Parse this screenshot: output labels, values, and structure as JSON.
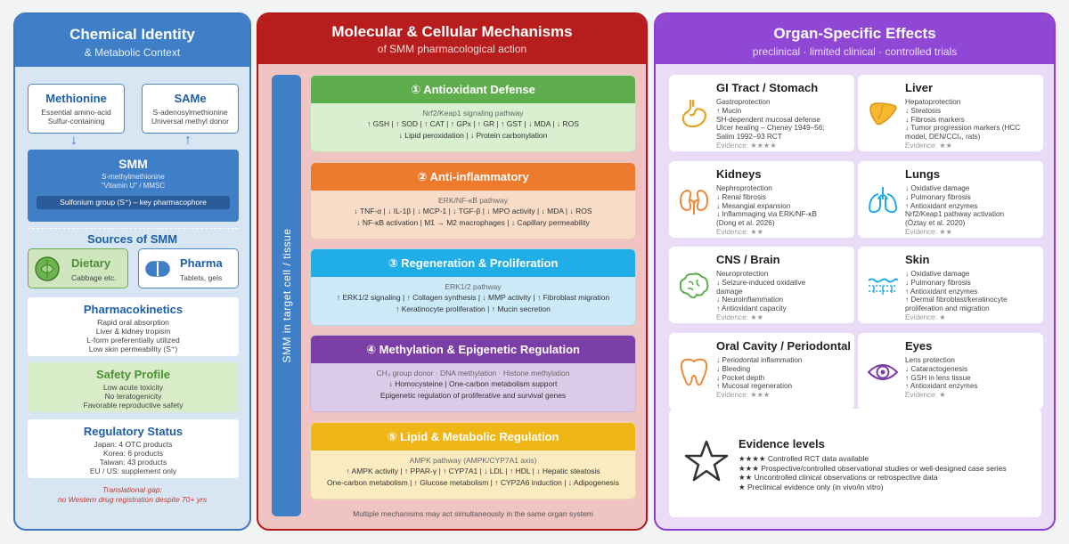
{
  "left": {
    "title": "Chemical Identity",
    "subtitle": "& Metabolic Context",
    "methionine": {
      "title": "Methionine",
      "lines": [
        "Essential amino-acid",
        "Sulfur-containing"
      ]
    },
    "same": {
      "title": "SAMe",
      "lines": [
        "S-adenosylmethionine",
        "Universal methyl donor"
      ]
    },
    "smm": {
      "title": "SMM",
      "lines": [
        "S-methylmethionine",
        "\"Vitamin U\" / MMSC"
      ],
      "bar": "Sulfonium group (S⁺) – key pharmacophore"
    },
    "sources": {
      "title": "Sources of SMM",
      "dietary": {
        "title": "Dietary",
        "sub": "Cabbage etc."
      },
      "pharma": {
        "title": "Pharma",
        "sub": "Tablets, gels"
      }
    },
    "pk": {
      "title": "Pharmacokinetics",
      "lines": [
        "Rapid oral absorption",
        "Liver & kidney tropism",
        "L-form preferentially utilized",
        "Low skin permeability (S⁺)"
      ]
    },
    "safety": {
      "title": "Safety Profile",
      "lines": [
        "Low acute toxicity",
        "No teratogenicity",
        "Favorable reproductive safety"
      ]
    },
    "regulatory": {
      "title": "Regulatory Status",
      "lines": [
        "Japan: 4 OTC products",
        "Korea: 6 products",
        "Taiwan: 43 products",
        "EU / US: supplement only"
      ]
    },
    "note": [
      "Translational gap:",
      "no Western drug registration despite 70+ yrs"
    ]
  },
  "mid": {
    "title": "Molecular & Cellular Mechanisms",
    "subtitle": "of SMM pharmacological action",
    "vertical": "SMM in target cell / tissue",
    "mechanisms": [
      {
        "title": "① Antioxidant Defense",
        "pathway": "Nrf2/Keap1 signaling pathway",
        "lines": [
          "↑ GSH | ↑ SOD | ↑ CAT | ↑ GPx | ↑ GR | ↑ GST | ↓ MDA | ↓ ROS",
          "↓ Lipid peroxidation | ↓ Protein carbonylation"
        ],
        "header_color": "#5fae4e",
        "body_color": "#d9efcf"
      },
      {
        "title": "② Anti-inflammatory",
        "pathway": "ERK/NF-κB pathway",
        "lines": [
          "↓ TNF-α | ↓ IL-1β | ↓ MCP-1 | ↓ TGF-β | ↓ MPO activity | ↓ MDA | ↓ ROS",
          "↓ NF-κB activation | M1 → M2 macrophages | ↓ Capillary permeability"
        ],
        "header_color": "#ee7a2e",
        "body_color": "#f9dcc7"
      },
      {
        "title": "③ Regeneration & Proliferation",
        "pathway": "ERK1/2 pathway",
        "lines": [
          "↑ ERK1/2 signaling | ↑ Collagen synthesis | ↓ MMP activity | ↑ Fibroblast migration",
          "↑ Keratinocyte proliferation | ↑ Mucin secretion"
        ],
        "header_color": "#21aee6",
        "body_color": "#cbe9f7"
      },
      {
        "title": "④ Methylation & Epigenetic Regulation",
        "pathway": "CH₃ group donor · DNA methylation · Histone methylation",
        "lines": [
          "↓ Homocysteine | One-carbon metabolism support",
          "Epigenetic regulation of proliferative and survival genes"
        ],
        "header_color": "#7b3ea6",
        "body_color": "#dccbe8"
      },
      {
        "title": "⑤ Lipid & Metabolic Regulation",
        "pathway": "AMPK pathway (AMPK/CYP7A1 axis)",
        "lines": [
          "↑ AMPK activity | ↑ PPAR-γ | ↑ CYP7A1 | ↓ LDL | ↑ HDL | ↓ Hepatic steatosis",
          "One-carbon metabolism | ↑ Glucose metabolism | ↑ CYP2A6 induction | ↓ Adipogenesis"
        ],
        "header_color": "#f0b615",
        "body_color": "#faebc0"
      }
    ],
    "footer": "Multiple mechanisms may act simultaneously in the same organ system"
  },
  "right": {
    "title": "Organ-Specific Effects",
    "subtitle": "preclinical · limited clinical · controlled trials",
    "organs": [
      {
        "title": "GI Tract / Stomach",
        "icon": "stomach-icon",
        "lines": [
          "Gastroprotection",
          "↑ Mucin",
          "SH-dependent mucosal defense",
          "Ulcer healing – Cheney 1949–56;",
          "Salim 1992–93 RCT"
        ],
        "evidence": "Evidence: ★★★★"
      },
      {
        "title": "Liver",
        "icon": "liver-icon",
        "lines": [
          "Hepatoprotection",
          "↓ Steatosis",
          "↓ Fibrosis markers",
          "↓ Tumor progression markers (HCC",
          "model, DEN/CCl₄, rats)"
        ],
        "evidence": "Evidence: ★★"
      },
      {
        "title": "Kidneys",
        "icon": "kidney-icon",
        "lines": [
          "Nephroprotection",
          "↓ Renal fibrosis",
          "↓ Mesangial expansion",
          "↓ Inflammaging via ERK/NF-κB",
          "(Dong et al. 2026)"
        ],
        "evidence": "Evidence: ★★"
      },
      {
        "title": "Lungs",
        "icon": "lungs-icon",
        "lines": [
          "↓ Oxidative damage",
          "↓ Pulmonary fibrosis",
          "↑ Antioxidant enzymes",
          "Nrf2/Keap1 pathway activation",
          "(Öztay et al. 2020)"
        ],
        "evidence": "Evidence: ★★"
      },
      {
        "title": "CNS / Brain",
        "icon": "brain-icon",
        "lines": [
          "Neuroprotection",
          "↓ Seizure-induced oxidative",
          "damage",
          "↓ Neuroinflammation",
          "↑ Antioxidant capacity"
        ],
        "evidence": "Evidence: ★★"
      },
      {
        "title": "Skin",
        "icon": "skin-icon",
        "lines": [
          "↓ Oxidative damage",
          "↓ Pulmonary fibrosis",
          "↑ Antioxidant enzymes",
          "↑ Dermal fibroblast/keratinocyte",
          "proliferation and migration"
        ],
        "evidence": "Evidence: ★"
      },
      {
        "title": "Oral Cavity / Periodontal",
        "icon": "tooth-icon",
        "lines": [
          "↓ Periodontal inflammation",
          "↓ Bleeding",
          "↓ Pocket depth",
          "↑ Mucosal regeneration"
        ],
        "evidence": "Evidence: ★★★"
      },
      {
        "title": "Eyes",
        "icon": "eye-icon",
        "lines": [
          "Lens protection",
          "↓ Cataractogenesis",
          "↑ GSH in lens tissue",
          "↑ Antioxidant enzymes"
        ],
        "evidence": "Evidence: ★"
      }
    ],
    "evidence_levels": {
      "title": "Evidence levels",
      "lines": [
        "★★★★ Controlled RCT data available",
        "★★★ Prospective/controlled observational studies or well-designed case series",
        "★★ Uncontrolled clinical observations or retrospective data",
        "★ Preclinical evidence only (in vivo/in vitro)"
      ]
    }
  }
}
